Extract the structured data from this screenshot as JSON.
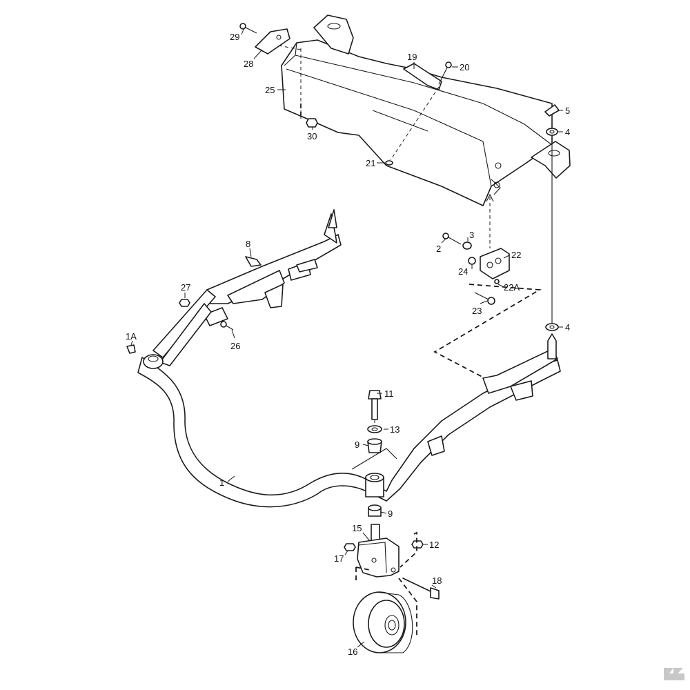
{
  "callouts": {
    "c1": "1",
    "c1A": "1A",
    "c2": "2",
    "c3": "3",
    "c4a": "4",
    "c4b": "4",
    "c5": "5",
    "c8": "8",
    "c9a": "9",
    "c9b": "9",
    "c11": "11",
    "c12": "12",
    "c13": "13",
    "c15": "15",
    "c16": "16",
    "c17": "17",
    "c18": "18",
    "c19": "19",
    "c20": "20",
    "c21": "21",
    "c22": "22",
    "c22A": "22A",
    "c23": "23",
    "c24": "24",
    "c25": "25",
    "c26": "26",
    "c27": "27",
    "c28": "28",
    "c29": "29",
    "c30": "30"
  },
  "colors": {
    "line": "#1a1a1a",
    "logo": "#c8c8c8",
    "background": "#ffffff"
  },
  "icons": {
    "watermark": "brand-logo-icon"
  }
}
